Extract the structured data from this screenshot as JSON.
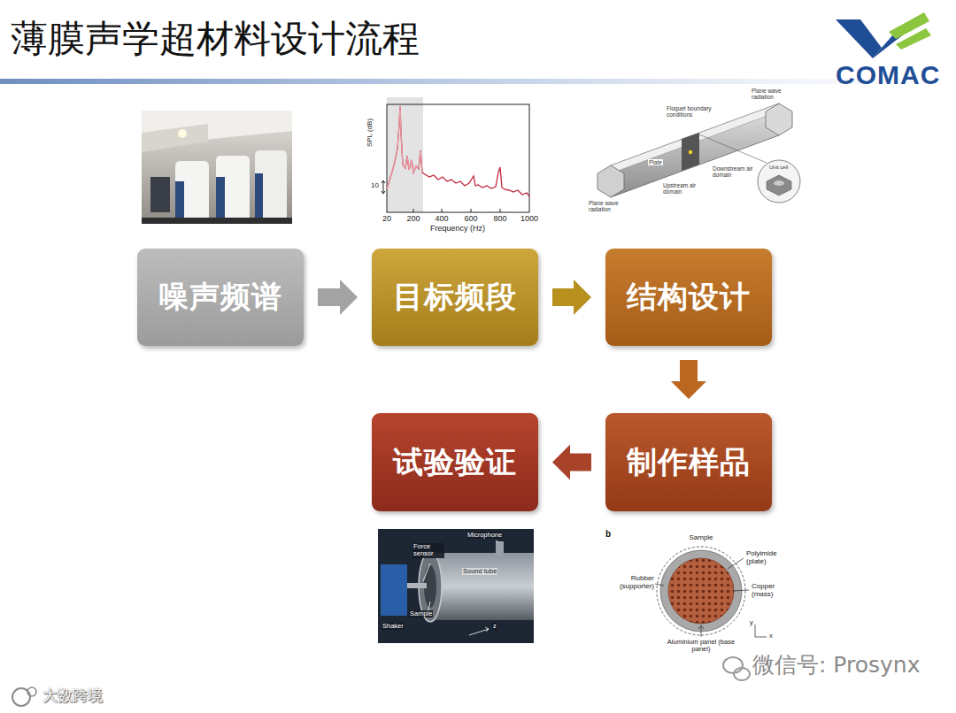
{
  "diagram": {
    "title": "薄膜声学超材料设计流程",
    "nodes": [
      {
        "text": [
          "噪声频谱"
        ]
      },
      {
        "text": [
          "目标频段"
        ]
      },
      {
        "text": [
          "结构设计"
        ]
      },
      {
        "text": [
          "制作样品"
        ]
      },
      {
        "text": [
          "试验验证"
        ]
      }
    ],
    "edges": [
      {
        "from": 0,
        "to": 1,
        "arrow": "to"
      },
      {
        "from": 1,
        "to": 2,
        "arrow": "to"
      },
      {
        "from": 2,
        "to": 3,
        "arrow": "to"
      },
      {
        "from": 3,
        "to": 4,
        "arrow": "to"
      }
    ],
    "labels": [
      "COMAC",
      "SPL (dB)",
      "10",
      "20",
      "200",
      "400",
      "600",
      "800",
      "1000",
      "Frequency (Hz)",
      "Plane wave radiation",
      "Floquet boundary conditions",
      "Plate",
      "Upstream air domain",
      "Downstream air domain",
      "Unit cell",
      "Plane wave radiation",
      "Microphone",
      "Force sensor",
      "Sound tube",
      "Sample",
      "Shaker",
      "z",
      "b",
      "Sample",
      "Polyimide (plate)",
      "Copper (mass)",
      "Rubber (supporter)",
      "Aluminium panel (base panel)",
      "y",
      "x",
      "微信号: Prosynx",
      "大数跨境"
    ]
  }
}
